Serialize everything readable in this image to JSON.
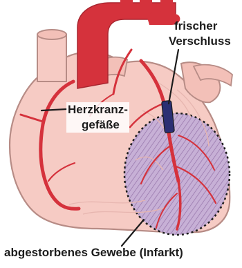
{
  "labels": {
    "coronary_vessels": [
      "Herzkranz-",
      "gefäße"
    ],
    "fresh_occlusion": [
      "frischer",
      "Verschluss"
    ],
    "infarct": "abgestorbenes Gewebe (Infarkt)"
  },
  "colors": {
    "heart_fill": "#f6cbc4",
    "heart_outline": "#b78c86",
    "artery": "#d5323c",
    "occlusion": "#2b2f73",
    "infarct_fill": "#c7b0d6",
    "hatch": "#9a7aae",
    "outline": "#1c1c1c"
  }
}
